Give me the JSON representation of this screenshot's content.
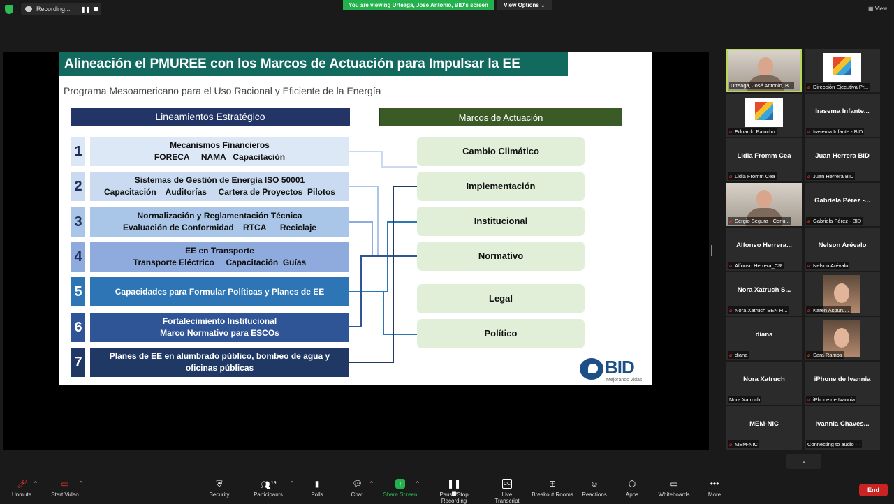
{
  "topbar": {
    "recording_text": "Recording...",
    "pause_glyph": "❚❚",
    "viewing_banner": "You are viewing Urteaga, José Antonio, BID's screen",
    "view_options": "View Options ⌄",
    "view_button": "View"
  },
  "slide": {
    "title": "Alineación el PMUREE con los Marcos de Actuación para Impulsar la EE",
    "subtitle": "Programa Mesoamericano para el Uso Racional y Eficiente de la Energía",
    "left_header": "Lineamientos Estratégico",
    "right_header": "Marcos de Actuación",
    "lineamientos": [
      {
        "num": "1",
        "line1": "Mecanismos Financieros",
        "line2": "FORECA     NAMA   Capacitación"
      },
      {
        "num": "2",
        "line1": "Sistemas de Gestión de Energía ISO 50001",
        "line2": "Capacitación    Auditorías     Cartera de Proyectos  Pilotos"
      },
      {
        "num": "3",
        "line1": "Normalización y Reglamentación Técnica",
        "line2": "Evaluación de Conformidad    RTCA      Reciclaje"
      },
      {
        "num": "4",
        "line1": "EE en Transporte",
        "line2": "Transporte Eléctrico     Capacitación  Guías"
      },
      {
        "num": "5",
        "line1": "Capacidades para Formular Políticas y Planes de EE",
        "line2": ""
      },
      {
        "num": "6",
        "line1": "Fortalecimiento Institucional",
        "line2": "Marco Normativo para ESCOs"
      },
      {
        "num": "7",
        "line1": "Planes de EE en alumbrado público, bombeo de agua y",
        "line2": "oficinas públicas"
      }
    ],
    "marcos": [
      "Cambio Climático",
      "Implementación",
      "Institucional",
      "Normativo",
      "Legal",
      "Político"
    ],
    "logo_text": "BID",
    "logo_tagline": "Mejorando vidas"
  },
  "gallery": [
    {
      "name": "",
      "label": "Urteaga, José Antonio, B...",
      "video": "person",
      "muted": false,
      "active": true
    },
    {
      "name": "",
      "label": "Dirección Ejecutiva Pr...",
      "video": "logo",
      "muted": true
    },
    {
      "name": "",
      "label": "Eduardo Palucho",
      "video": "logo",
      "muted": true
    },
    {
      "name": "Irasema  Infante...",
      "label": "Irasema Infante - BID",
      "video": "none",
      "muted": true
    },
    {
      "name": "Lidia Fromm Cea",
      "label": "Lidia Fromm Cea",
      "video": "none",
      "muted": true
    },
    {
      "name": "Juan Herrera BID",
      "label": "Juan Herrera BID",
      "video": "none",
      "muted": true
    },
    {
      "name": "",
      "label": "Sergio Segura - Conu...",
      "video": "person",
      "muted": true
    },
    {
      "name": "Gabriela  Pérez -...",
      "label": "Gabriela Pérez - BID",
      "video": "none",
      "muted": true
    },
    {
      "name": "Alfonso  Herrera...",
      "label": "Alfonso Herrera_CR",
      "video": "none",
      "muted": true
    },
    {
      "name": "Nelson Arévalo",
      "label": "Nelson Arévalo",
      "video": "none",
      "muted": true
    },
    {
      "name": "Nora Xatruch  S...",
      "label": "Nora Xatruch  SEN H...",
      "video": "none",
      "muted": true
    },
    {
      "name": "",
      "label": "Karen Aspuru...",
      "video": "face",
      "muted": true
    },
    {
      "name": "diana",
      "label": "diana",
      "video": "none",
      "muted": true
    },
    {
      "name": "",
      "label": "Sara Ramos",
      "video": "face",
      "muted": true
    },
    {
      "name": "Nora Xatruch",
      "label": "Nora Xatruch",
      "video": "none",
      "muted": false
    },
    {
      "name": "iPhone de Ivannia",
      "label": "iPhone de Ivannia",
      "video": "none",
      "muted": true
    },
    {
      "name": "MEM-NIC",
      "label": "MEM-NIC",
      "video": "none",
      "muted": true
    },
    {
      "name": "Ivannia  Chaves...",
      "label": "Connecting to audio ···",
      "video": "none",
      "muted": false
    }
  ],
  "toolbar": {
    "unmute": "Unmute",
    "start_video": "Start Video",
    "security": "Security",
    "participants": "Participants",
    "participants_count": "19",
    "polls": "Polls",
    "chat": "Chat",
    "share_screen": "Share Screen",
    "pause_recording": "Pause/Stop Recording",
    "live_transcript": "Live Transcript",
    "breakout_rooms": "Breakout Rooms",
    "reactions": "Reactions",
    "apps": "Apps",
    "whiteboards": "Whiteboards",
    "more": "More",
    "end": "End",
    "cc_glyph": "CC"
  },
  "colors": {
    "title_bg": "#126a5e",
    "left_header_bg": "#233566",
    "right_header_bg": "#3a5a26",
    "marco_bg": "#e1efd9",
    "row_bgs": [
      "#dde8f6",
      "#c9daf1",
      "#a9c6e8",
      "#8faadc",
      "#2e75b6",
      "#2f5597",
      "#203864"
    ],
    "share_green": "#22b14c",
    "end_red": "#c92323"
  }
}
